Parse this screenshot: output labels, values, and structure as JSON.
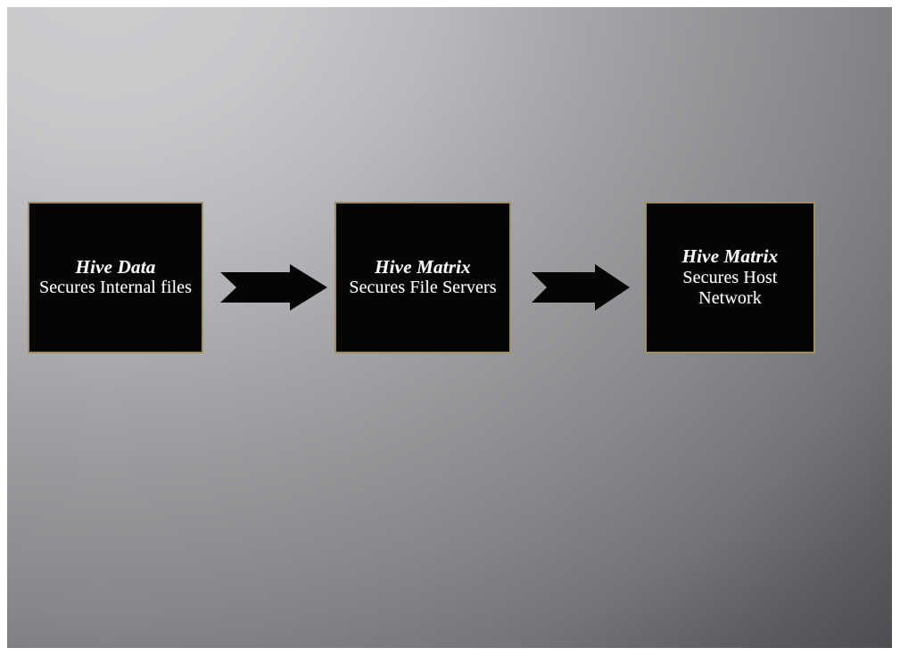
{
  "diagram": {
    "type": "flow",
    "orientation": "left-to-right",
    "background": {
      "style": "radial-gradient",
      "light_color": "#cdcdd0",
      "dark_color": "#4c4c53"
    },
    "node_style": {
      "fill": "#050505",
      "border": "#a0905f",
      "text_color": "#fdfdfd"
    },
    "nodes": [
      {
        "id": "node-1",
        "title": "Hive Data",
        "subtitle": "Secures Internal files"
      },
      {
        "id": "node-2",
        "title": "Hive Matrix",
        "subtitle": "Secures File Servers"
      },
      {
        "id": "node-3",
        "title": "Hive Matrix",
        "subtitle": "Secures Host Network"
      }
    ],
    "connectors": [
      {
        "id": "arrow-1",
        "from": "node-1",
        "to": "node-2",
        "shape": "block-arrow-right",
        "color": "#050505"
      },
      {
        "id": "arrow-2",
        "from": "node-2",
        "to": "node-3",
        "shape": "block-arrow-right",
        "color": "#050505"
      }
    ]
  }
}
